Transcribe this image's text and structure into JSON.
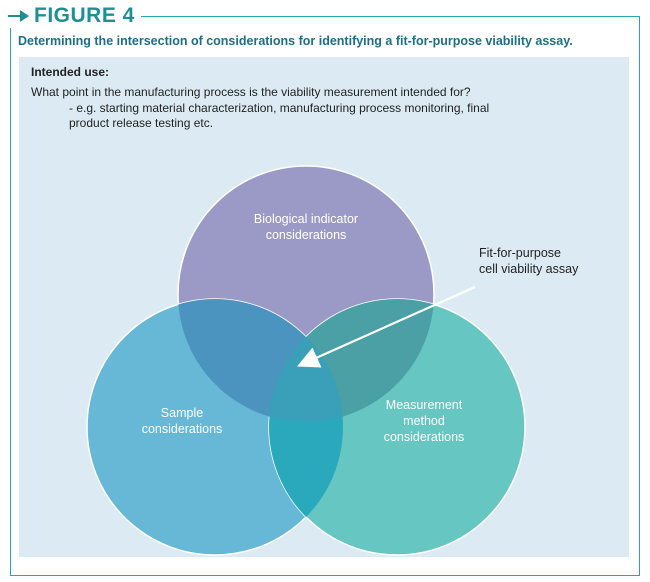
{
  "figure": {
    "title": "FIGURE 4",
    "subtitle": "Determining the intersection of considerations for identifying a fit-for-purpose viability assay.",
    "accent_color": "#1e8f95",
    "border_color": "#2aa7a6"
  },
  "intended_use": {
    "label": "Intended use:",
    "question": "What point in the manufacturing process is the viability measurement intended for?",
    "examples": "- e.g. starting material characterization, manufacturing process monitoring, final product release testing etc."
  },
  "venn": {
    "top": {
      "label": "Biological indicator considerations",
      "color": "#9b9ac6"
    },
    "left": {
      "label": "Sample considerations",
      "color": "#66b8d6"
    },
    "right": {
      "label": "Measurement method considerations",
      "color": "#66c7c2"
    },
    "callout": {
      "label": "Fit-for-purpose cell viability assay"
    }
  }
}
